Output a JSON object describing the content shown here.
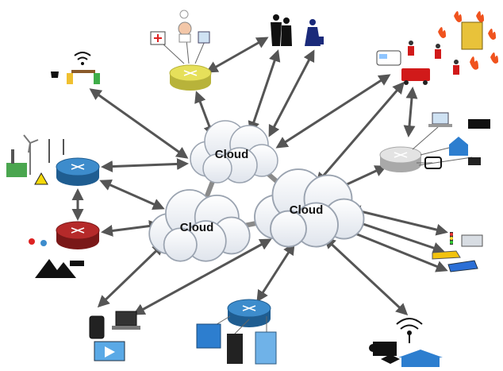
{
  "clouds": [
    {
      "id": "cloud-top",
      "label": "Cloud"
    },
    {
      "id": "cloud-left",
      "label": "Cloud"
    },
    {
      "id": "cloud-right",
      "label": "Cloud"
    }
  ],
  "routers": [
    {
      "id": "router-yellow",
      "color": "#e6e05a"
    },
    {
      "id": "router-blue-left",
      "color": "#3d8ccc"
    },
    {
      "id": "router-red",
      "color": "#b52a2a"
    },
    {
      "id": "router-gray",
      "color": "#d9d9d9"
    },
    {
      "id": "router-blue-bottom",
      "color": "#3d8ccc"
    }
  ],
  "icons": [
    "medical-icon",
    "business-people-icon",
    "traveler-icon",
    "fire-emergency-icon",
    "smart-home-icon",
    "cafe-wifi-icon",
    "energy-plant-icon",
    "weather-sensor-icon",
    "vehicles-icon",
    "mobile-devices-icon",
    "buildings-icon",
    "public-services-icon"
  ],
  "colors": {
    "arrow": "#555555",
    "cloud_fill": "#eef1f6",
    "cloud_stroke": "#9aa3b0",
    "link": "#8a8a8a"
  }
}
